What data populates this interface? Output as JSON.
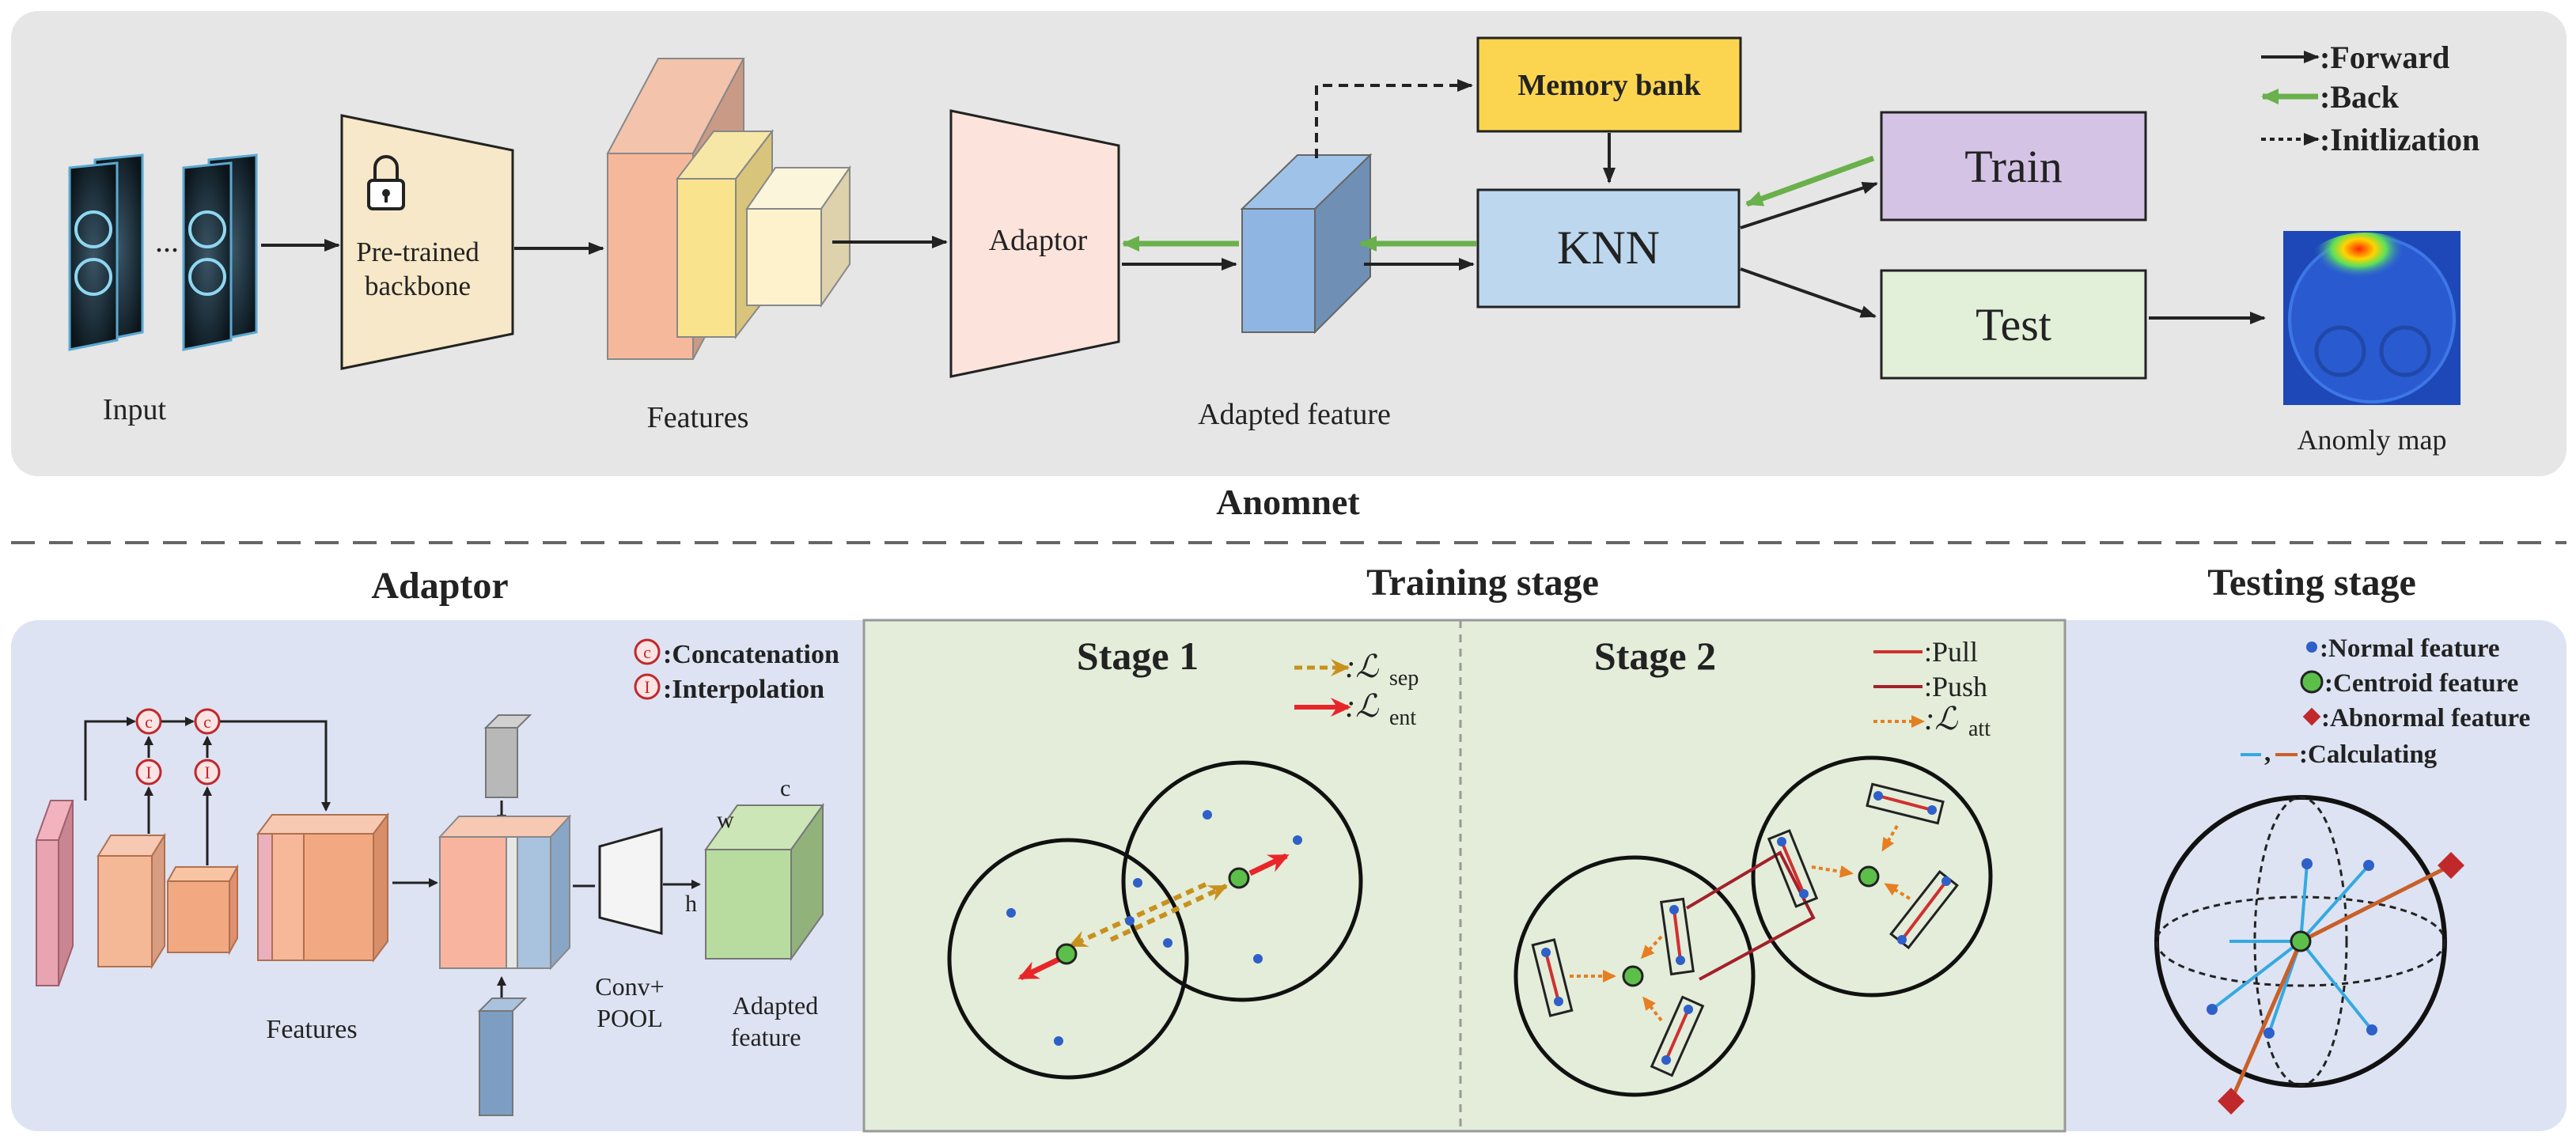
{
  "top": {
    "title": "Anomnet",
    "input_label": "Input",
    "ellipsis": "...",
    "backbone_label_1": "Pre-trained",
    "backbone_label_2": "backbone",
    "features_label": "Features",
    "adaptor_label": "Adaptor",
    "adapted_label": "Adapted feature",
    "memory_bank": "Memory bank",
    "knn": "KNN",
    "train": "Train",
    "test": "Test",
    "anomaly_label": "Anomly map",
    "legend": {
      "forward": ":Forward",
      "back": ":Back",
      "init": ":Initlization"
    }
  },
  "adaptor_panel": {
    "title": "Adaptor",
    "legend_concat": ":Concatenation",
    "legend_interp": ":Interpolation",
    "concat_symbol": "c",
    "interp_symbol": "I",
    "features_label": "Features",
    "conv_label_1": "Conv+",
    "conv_label_2": "POOL",
    "adapted_label_1": "Adapted",
    "adapted_label_2": "feature",
    "dim_w": "w",
    "dim_c": "c",
    "dim_h": "h"
  },
  "training": {
    "title": "Training stage",
    "stage1": "Stage 1",
    "stage2": "Stage 2",
    "l_symbol": ":ℒ",
    "sep": "sep",
    "ent": "ent",
    "att": "att",
    "pull": ":Pull",
    "push": ":Push"
  },
  "testing": {
    "title": "Testing stage",
    "normal": ":Normal feature",
    "centroid": ":Centroid feature",
    "abnormal": ":Abnormal feature",
    "calc_comma": ",",
    "calculating": ":Calculating"
  },
  "colors": {
    "top_bg": "#e6e6e6",
    "bottom_bg": "#dde3f2",
    "training_bg": "#e3edd9",
    "memory_bank": "#fcd550",
    "knn": "#bdd7ee",
    "train": "#d5c3e6",
    "test": "#e2efd9",
    "back_arrow": "#6ab04c",
    "point_blue": "#2f5fc8",
    "centroid_green": "#5cbf4a",
    "abnormal_red": "#c0282c",
    "sep_arrow": "#c8901e",
    "ent_arrow": "#e8262a",
    "att_arrow": "#e67e22",
    "push_line": "#d03030",
    "calc_blue": "#35a9e1",
    "calc_orange": "#c8602a"
  }
}
